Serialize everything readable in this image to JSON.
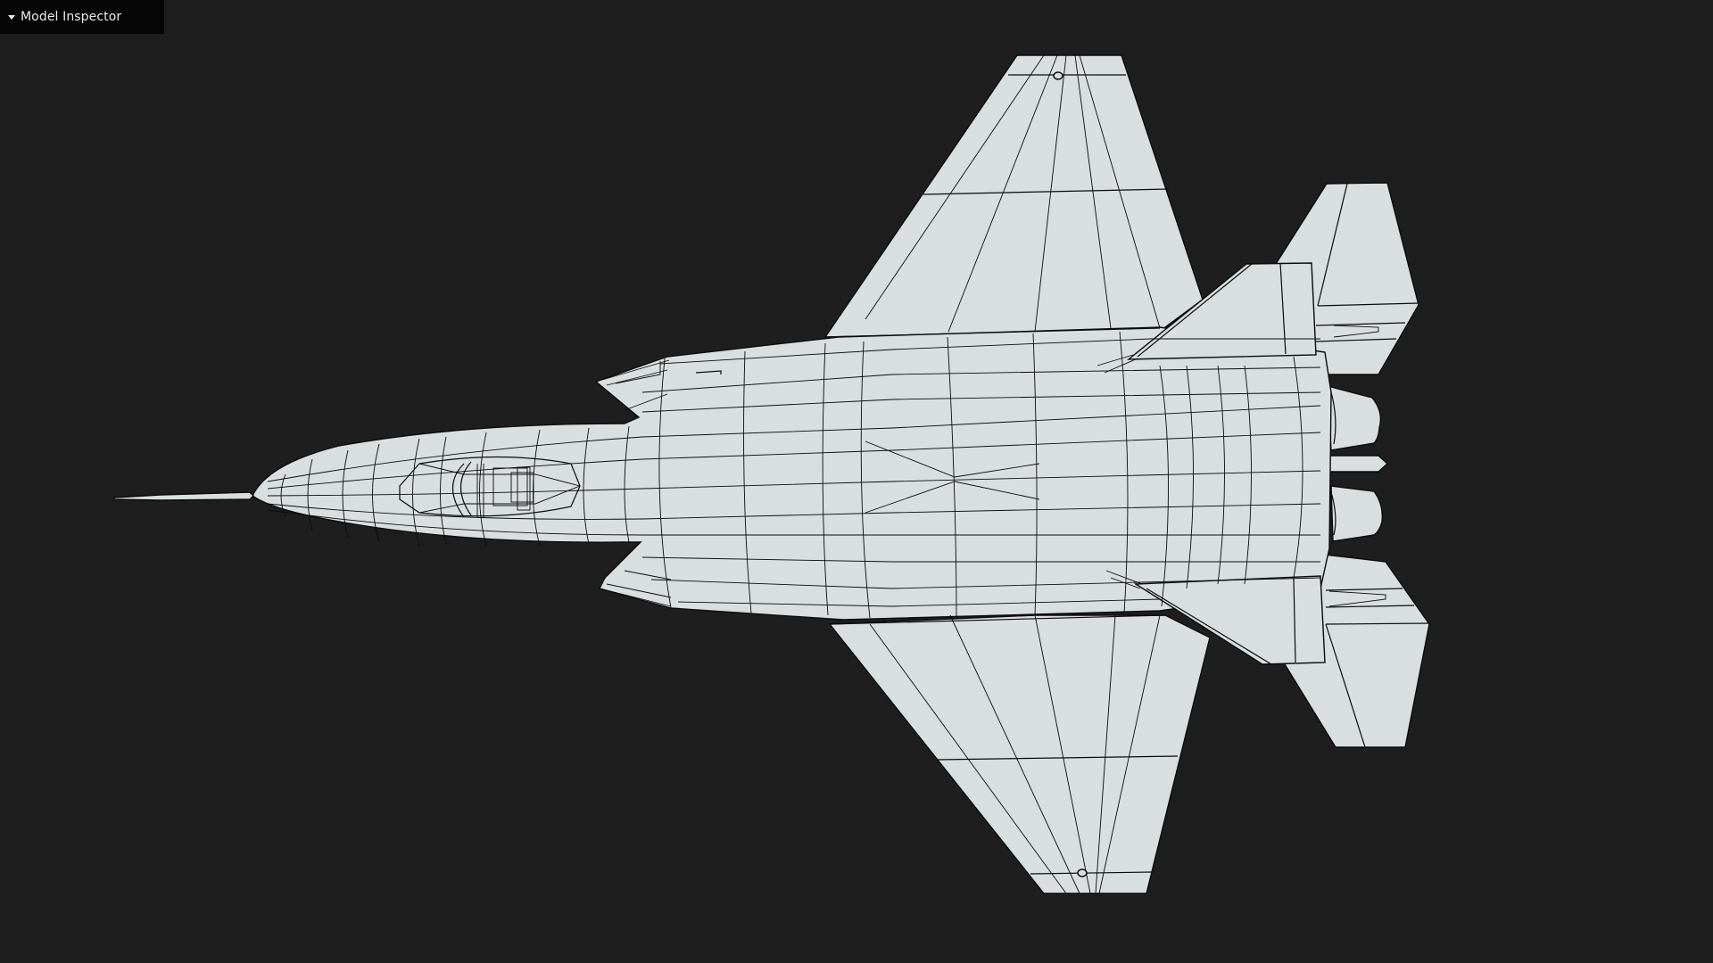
{
  "panel": {
    "title": "Model Inspector",
    "expanded": true,
    "caret_icon": "caret-down-icon"
  },
  "viewport": {
    "background": "#1e1e1e",
    "model_fill": "#d9dedf",
    "wire_color": "#0b0b0b",
    "render_mode": "wireframe-overlay",
    "view": "top"
  }
}
